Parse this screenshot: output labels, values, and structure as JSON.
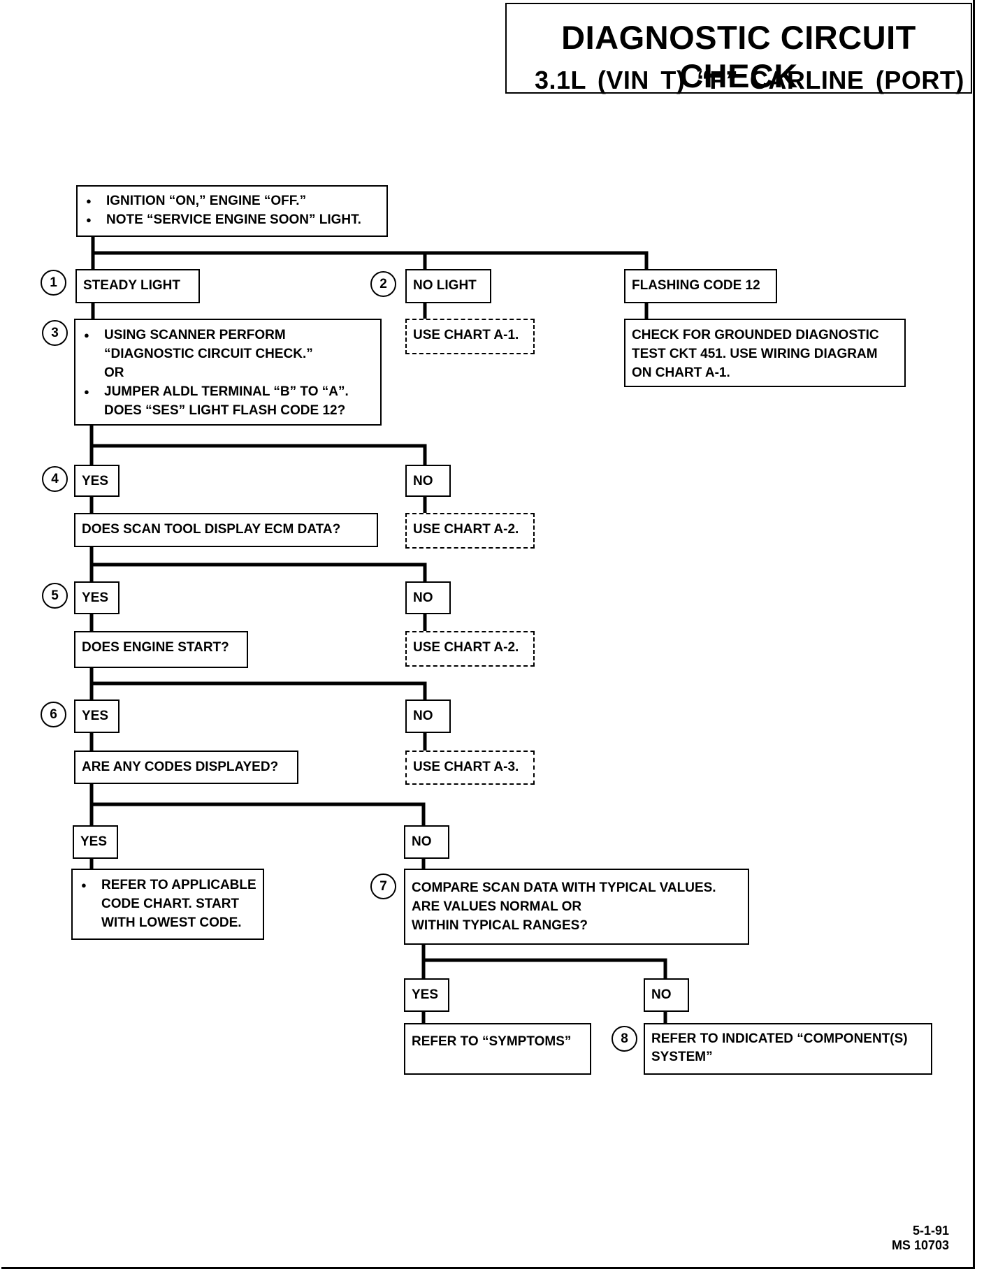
{
  "title": {
    "main": "DIAGNOSTIC CIRCUIT CHECK",
    "sub": "3.1L (VIN T) “F” CARLINE (PORT)"
  },
  "start": {
    "lines": [
      "IGNITION “ON,” ENGINE “OFF.”",
      "NOTE “SERVICE ENGINE SOON” LIGHT."
    ]
  },
  "steps": [
    "1",
    "2",
    "3",
    "4",
    "5",
    "6",
    "7",
    "8"
  ],
  "boxes": {
    "steady_light": "STEADY LIGHT",
    "no_light": "NO LIGHT",
    "flashing": "FLASHING CODE 12",
    "chart_a1": "USE CHART A-1.",
    "grounded_check": [
      "CHECK FOR GROUNDED DIAGNOSTIC",
      "TEST CKT 451.  USE WIRING DIAGRAM",
      "ON CHART A-1."
    ],
    "scanner": {
      "l1": "USING SCANNER PERFORM",
      "l2": "“DIAGNOSTIC CIRCUIT CHECK.”",
      "l3": "OR",
      "l4": "JUMPER ALDL TERMINAL “B” TO “A”.",
      "l5": "DOES “SES” LIGHT FLASH CODE 12?"
    },
    "yes": "YES",
    "no": "NO",
    "scan_tool": "DOES SCAN TOOL DISPLAY ECM DATA?",
    "chart_a2": "USE CHART A-2.",
    "engine_start": "DOES ENGINE START?",
    "codes_displayed": "ARE ANY CODES DISPLAYED?",
    "chart_a3": "USE CHART A-3.",
    "refer_code": [
      "REFER TO APPLICABLE",
      "CODE CHART.  START",
      "WITH LOWEST CODE."
    ],
    "compare": [
      "COMPARE SCAN DATA WITH TYPICAL VALUES.",
      "ARE VALUES NORMAL OR",
      "WITHIN TYPICAL RANGES?"
    ],
    "symptoms": "REFER TO “SYMPTOMS”",
    "component": [
      "REFER TO INDICATED “COMPONENT(S)",
      "SYSTEM”"
    ]
  },
  "footer": {
    "date": "5-1-91",
    "code": "MS 10703"
  }
}
